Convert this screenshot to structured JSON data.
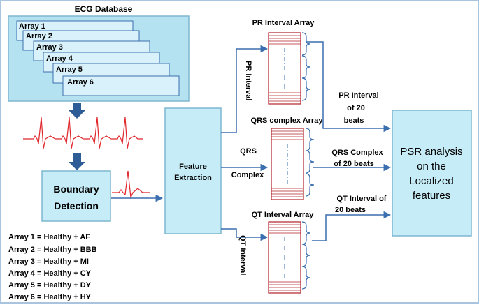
{
  "colors": {
    "border": "#a9c4de",
    "box_fill": "#c6ecf7",
    "box_stroke": "#7fb6d1",
    "db_fill": "#b5e2f0",
    "array_fill": "#d8f1fa",
    "arrow_blue": "#3b6faf",
    "dark_arrow": "#2e5c96",
    "ecg_red": "#e0262b",
    "matrix_red": "#b0202a",
    "text": "#000000"
  },
  "database": {
    "title": "ECG Database",
    "arrays": [
      "Array 1",
      "Array 2",
      "Array 3",
      "Array 4",
      "Array 5",
      "Array 6"
    ]
  },
  "boundary": {
    "line1": "Boundary",
    "line2": "Detection"
  },
  "legend": [
    "Array 1 =  Healthy + AF",
    "Array 2  = Healthy + BBB",
    "Array 3 = Healthy + MI",
    "Array 4 = Healthy + CY",
    "Array 5 =  Healthy + DY",
    "Array 6 = Healthy + HY"
  ],
  "feature": {
    "line1": "Feature",
    "line2": "Extraction"
  },
  "branches": {
    "pr_label": "PR Interval",
    "qrs_line1": "QRS",
    "qrs_line2": "Complex",
    "qt_label": "QT Interval"
  },
  "arrays": {
    "pr": "PR Interval Array",
    "qrs": "QRS complex Array",
    "qt": "QT Interval Array"
  },
  "outputs": {
    "pr_line1": "PR Interval",
    "pr_line2": "of 20",
    "pr_line3": "beats",
    "qrs_line1": "QRS Complex",
    "qrs_line2": "of 20 beats",
    "qt_line1": "QT Interval of",
    "qt_line2": "20 beats"
  },
  "psr": {
    "line1": "PSR analysis",
    "line2": "on the",
    "line3": "Localized",
    "line4": "features"
  }
}
